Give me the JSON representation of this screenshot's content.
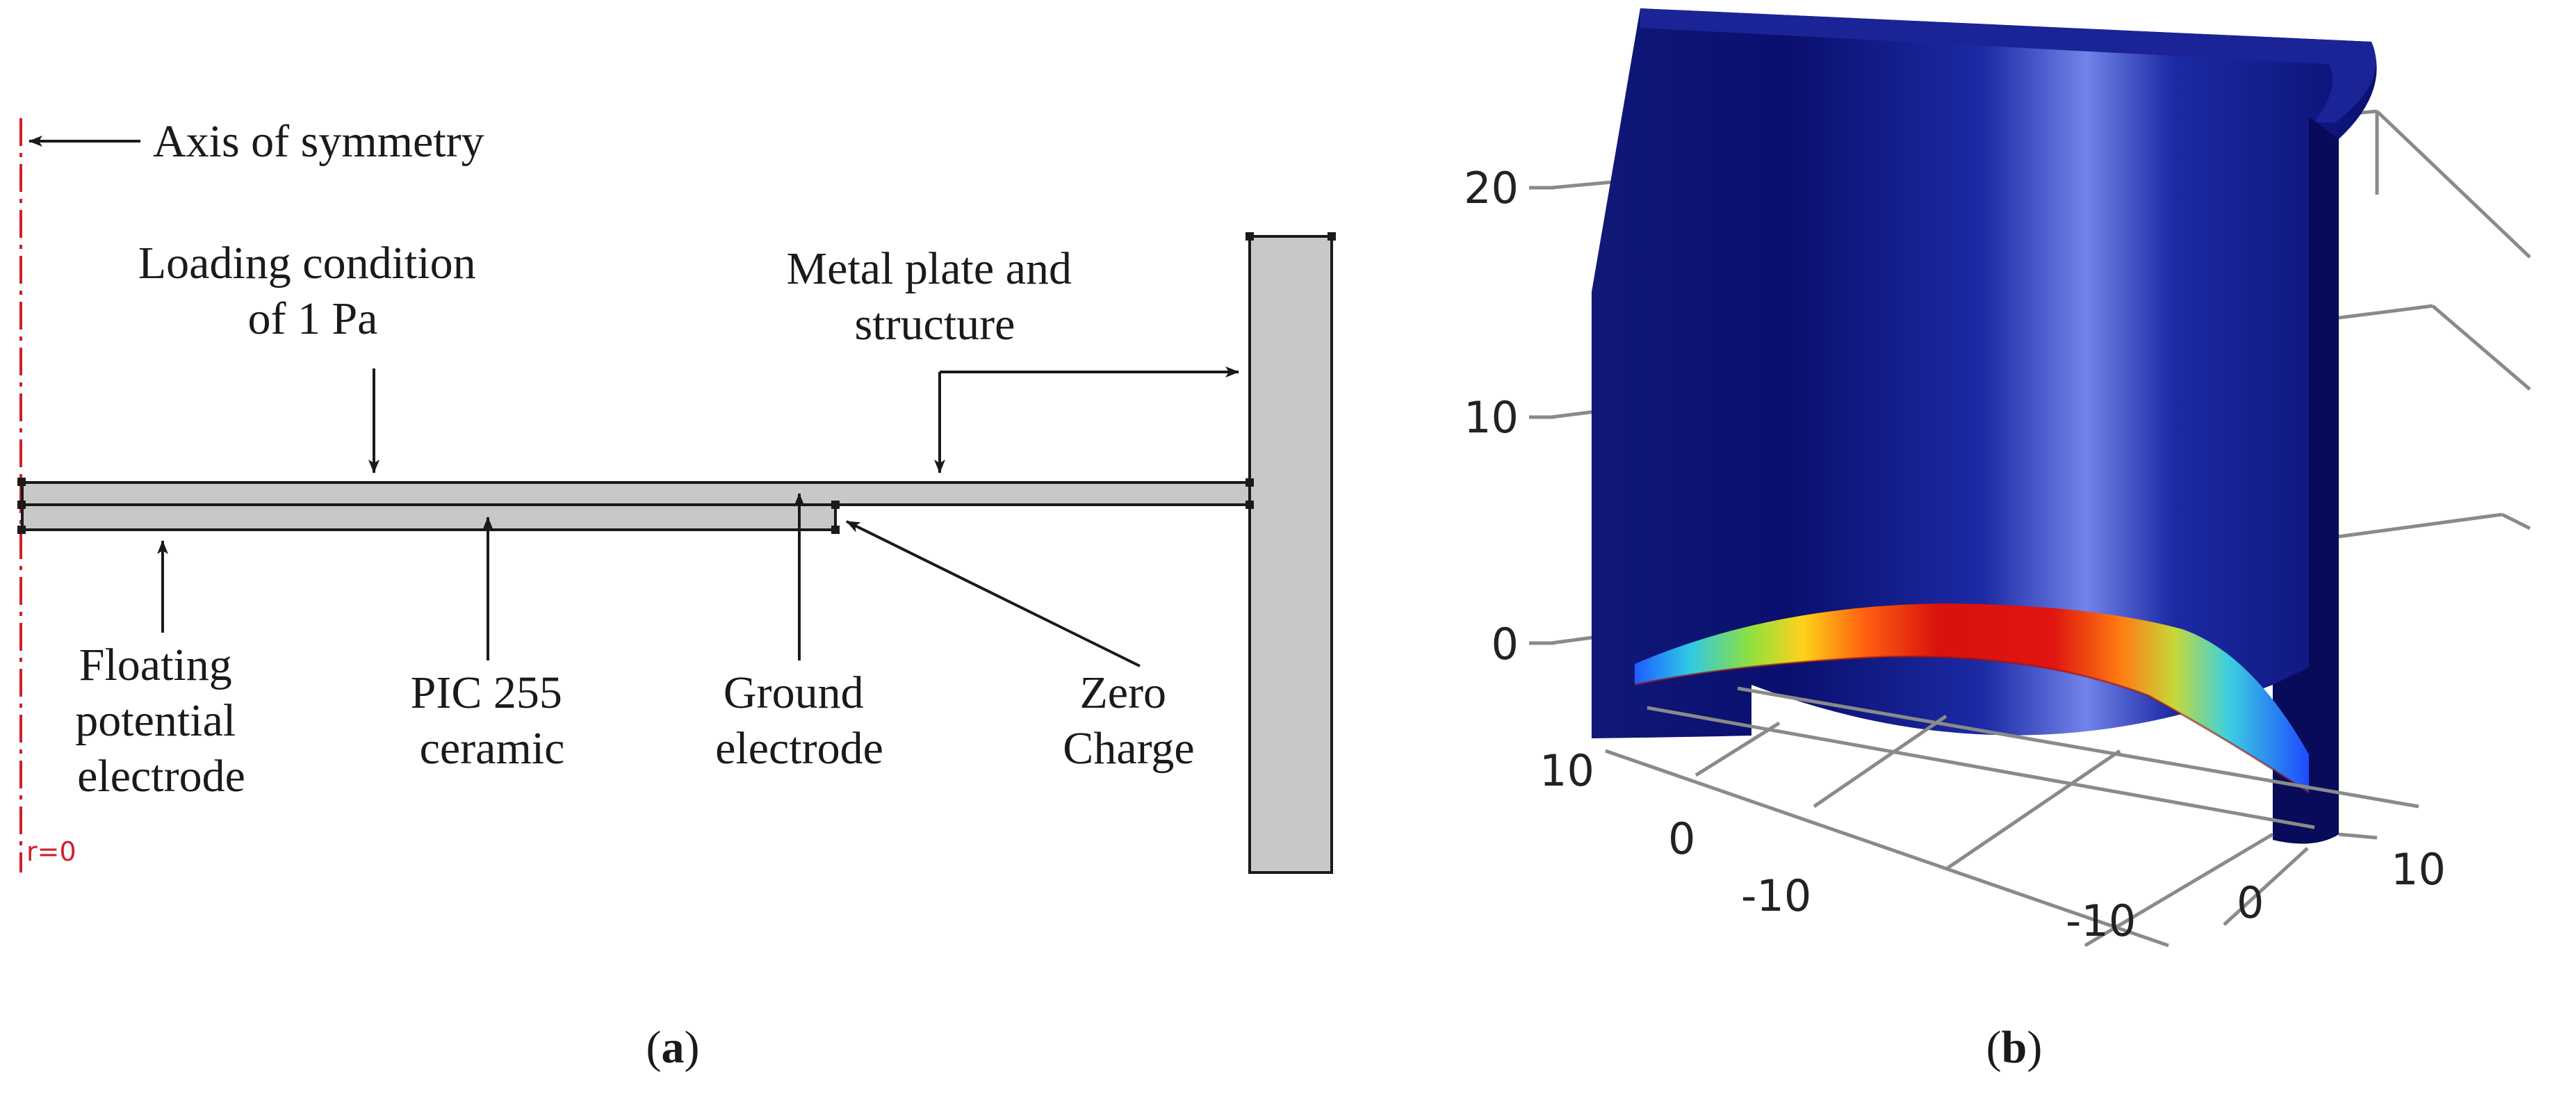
{
  "panel_a": {
    "caption_letter": "a",
    "axis_label": "Axis of symmetry",
    "r_label": "r=0",
    "loading": {
      "line1": "Loading condition",
      "line2": "of 1 Pa"
    },
    "metal": {
      "line1": "Metal plate and",
      "line2": "structure"
    },
    "floating": {
      "line1": "Floating",
      "line2": "potential",
      "line3": "electrode"
    },
    "pic": {
      "line1": "PIC 255",
      "line2": "ceramic"
    },
    "ground": {
      "line1": "Ground",
      "line2": "electrode"
    },
    "zero": {
      "line1": "Zero",
      "line2": "Charge"
    },
    "colors": {
      "part_fill": "#c8c8c8",
      "axis_red": "#d0202a",
      "outline": "#1a1a1a"
    }
  },
  "panel_b": {
    "caption_letter": "b",
    "z_ticks": [
      "20",
      "10",
      "0"
    ],
    "x_ticks": [
      "10",
      "0",
      "-10"
    ],
    "y_ticks": [
      "-10",
      "0",
      "10"
    ],
    "colors": {
      "cylinder_dark": "#0a0f6e",
      "cylinder_mid": "#1a2aa8",
      "cylinder_light": "#6d7ee6",
      "grid": "#8a8a8a"
    }
  }
}
